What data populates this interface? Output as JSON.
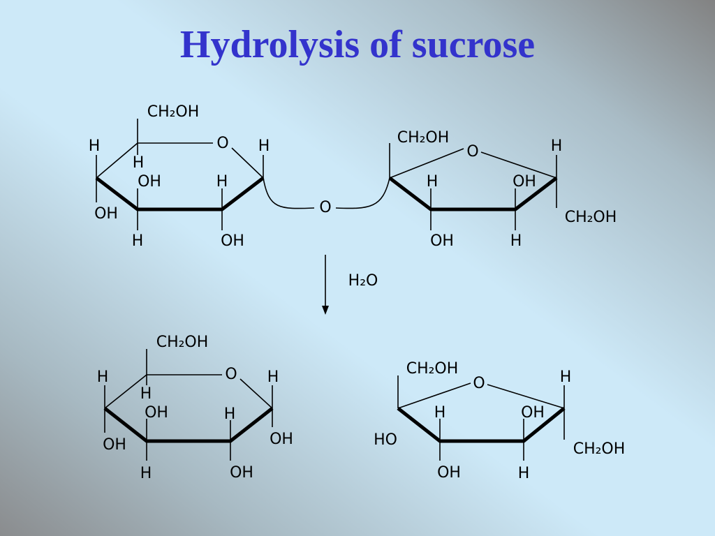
{
  "title": "Hydrolysis of sucrose",
  "reagent": "H₂O",
  "sucrose": {
    "glucose": {
      "ch2oh": "CH₂OH",
      "ring_o": "O",
      "c5_h_out": "H",
      "c5_h_in": "H",
      "c3_oh": "OH",
      "c4_oh": "OH",
      "c4_h": "H",
      "c2_h": "H",
      "c2_oh": "OH",
      "c1_h": "H"
    },
    "glycosidic_o": "O",
    "fructose": {
      "ch2oh_top": "CH₂OH",
      "ring_o": "O",
      "c3_h": "H",
      "c3_oh": "OH",
      "c4_oh": "OH",
      "c4_h": "H",
      "c5_h": "H",
      "ch2oh_right": "CH₂OH"
    }
  },
  "products": {
    "glucose": {
      "ch2oh": "CH₂OH",
      "ring_o": "O",
      "c5_h_out": "H",
      "c5_h_in": "H",
      "c3_oh": "OH",
      "c4_oh": "OH",
      "c4_h": "H",
      "c2_h": "H",
      "c2_oh": "OH",
      "c1_h": "H",
      "c1_oh": "OH"
    },
    "fructose": {
      "ch2oh_top": "CH₂OH",
      "ring_o": "O",
      "c2_ho": "HO",
      "c3_h": "H",
      "c3_oh": "OH",
      "c4_oh": "OH",
      "c4_h": "H",
      "c5_h": "H",
      "ch2oh_right": "CH₂OH"
    }
  }
}
